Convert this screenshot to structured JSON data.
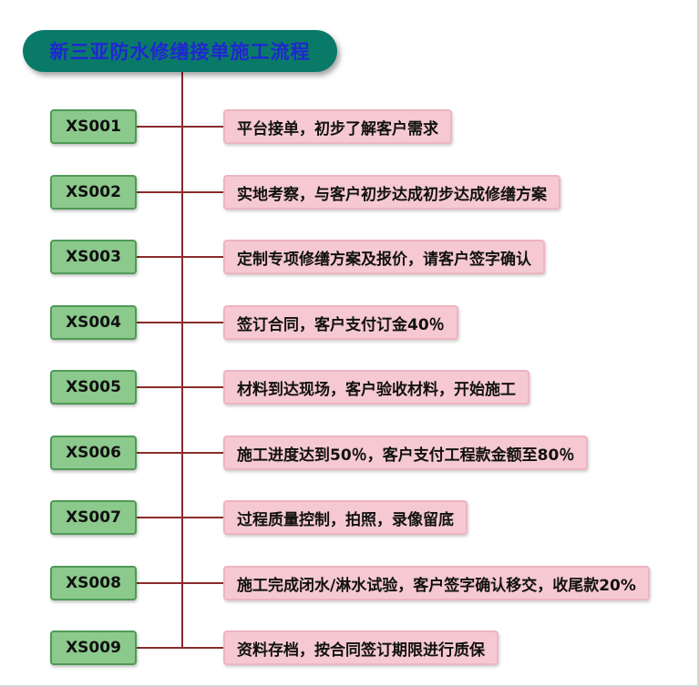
{
  "title": "新三亚防水修缮接单施工流程",
  "steps": [
    {
      "id": "XS001",
      "label": "平台接单，初步了解客户需求"
    },
    {
      "id": "XS002",
      "label": "实地考察，与客户初步达成初步达成修缮方案"
    },
    {
      "id": "XS003",
      "label": "定制专项修缮方案及报价，请客户签字确认"
    },
    {
      "id": "XS004",
      "label": "签订合同，客户支付订金40％"
    },
    {
      "id": "XS005",
      "label": "材料到达现场，客户验收材料，开始施工"
    },
    {
      "id": "XS006",
      "label": "施工进度达到50％，客户支付工程款金额至80％"
    },
    {
      "id": "XS007",
      "label": "过程质量控制，拍照，录像留底"
    },
    {
      "id": "XS008",
      "label": "施工完成闭水/淋水试验，客户签字确认移交，收尾款20%"
    },
    {
      "id": "XS009",
      "label": "资料存档，按合同签订期限进行质保"
    }
  ],
  "colors": {
    "title_bg": "#0a7a68",
    "title_text": "#2126d2",
    "step_fill": "#8cc98c",
    "step_border": "#4f9a57",
    "desc_fill": "#f6c9d2",
    "desc_border": "#eeb4c1",
    "line_color": "#8b2b2b"
  }
}
